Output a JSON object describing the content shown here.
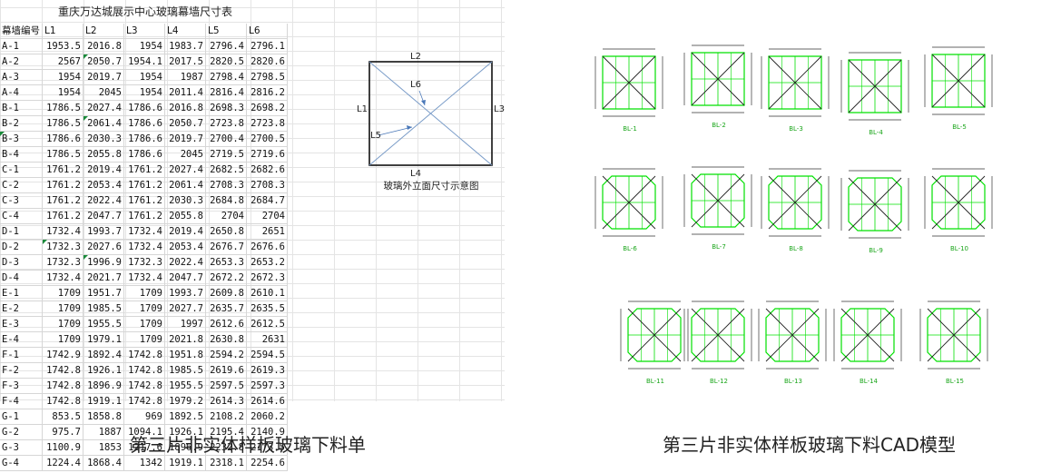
{
  "sheet": {
    "title": "重庆万达城展示中心玻璃幕墙尺寸表",
    "headers": [
      "幕墙编号",
      "L1",
      "L2",
      "L3",
      "L4",
      "L5",
      "L6"
    ],
    "rows": [
      [
        "A-1",
        "1953.5",
        "2016.8",
        "1954",
        "1983.7",
        "2796.4",
        "2796.1"
      ],
      [
        "A-2",
        "2567",
        "2050.7",
        "1954.1",
        "2017.5",
        "2820.5",
        "2820.6"
      ],
      [
        "A-3",
        "1954",
        "2019.7",
        "1954",
        "1987",
        "2798.4",
        "2798.5"
      ],
      [
        "A-4",
        "1954",
        "2045",
        "1954",
        "2011.4",
        "2816.4",
        "2816.2"
      ],
      [
        "B-1",
        "1786.5",
        "2027.4",
        "1786.6",
        "2016.8",
        "2698.3",
        "2698.2"
      ],
      [
        "B-2",
        "1786.5",
        "2061.4",
        "1786.6",
        "2050.7",
        "2723.8",
        "2723.8"
      ],
      [
        "B-3",
        "1786.6",
        "2030.3",
        "1786.6",
        "2019.7",
        "2700.4",
        "2700.5"
      ],
      [
        "B-4",
        "1786.5",
        "2055.8",
        "1786.6",
        "2045",
        "2719.5",
        "2719.6"
      ],
      [
        "C-1",
        "1761.2",
        "2019.4",
        "1761.2",
        "2027.4",
        "2682.5",
        "2682.6"
      ],
      [
        "C-2",
        "1761.2",
        "2053.4",
        "1761.2",
        "2061.4",
        "2708.3",
        "2708.3"
      ],
      [
        "C-3",
        "1761.2",
        "2022.4",
        "1761.2",
        "2030.3",
        "2684.8",
        "2684.7"
      ],
      [
        "C-4",
        "1761.2",
        "2047.7",
        "1761.2",
        "2055.8",
        "2704",
        "2704"
      ],
      [
        "D-1",
        "1732.4",
        "1993.7",
        "1732.4",
        "2019.4",
        "2650.8",
        "2651"
      ],
      [
        "D-2",
        "1732.3",
        "2027.6",
        "1732.4",
        "2053.4",
        "2676.7",
        "2676.6"
      ],
      [
        "D-3",
        "1732.3",
        "1996.9",
        "1732.3",
        "2022.4",
        "2653.3",
        "2653.2"
      ],
      [
        "D-4",
        "1732.4",
        "2021.7",
        "1732.4",
        "2047.7",
        "2672.2",
        "2672.3"
      ],
      [
        "E-1",
        "1709",
        "1951.7",
        "1709",
        "1993.7",
        "2609.8",
        "2610.1"
      ],
      [
        "E-2",
        "1709",
        "1985.5",
        "1709",
        "2027.7",
        "2635.7",
        "2635.5"
      ],
      [
        "E-3",
        "1709",
        "1955.5",
        "1709",
        "1997",
        "2612.6",
        "2612.5"
      ],
      [
        "E-4",
        "1709",
        "1979.1",
        "1709",
        "2021.8",
        "2630.8",
        "2631"
      ],
      [
        "F-1",
        "1742.9",
        "1892.4",
        "1742.8",
        "1951.8",
        "2594.2",
        "2594.5"
      ],
      [
        "F-2",
        "1742.8",
        "1926.1",
        "1742.8",
        "1985.5",
        "2619.6",
        "2619.3"
      ],
      [
        "F-3",
        "1742.8",
        "1896.9",
        "1742.8",
        "1955.5",
        "2597.5",
        "2597.3"
      ],
      [
        "F-4",
        "1742.8",
        "1919.1",
        "1742.8",
        "1979.2",
        "2614.3",
        "2614.6"
      ],
      [
        "G-1",
        "853.5",
        "1858.8",
        "969",
        "1892.5",
        "2108.2",
        "2060.2"
      ],
      [
        "G-2",
        "975.7",
        "1887",
        "1094.1",
        "1926.1",
        "2195.4",
        "2140.9"
      ],
      [
        "G-3",
        "1100.9",
        "1853",
        "1217.6",
        "1896.9",
        "2232.8",
        "2173.5"
      ],
      [
        "G-4",
        "1224.4",
        "1868.4",
        "1342",
        "1919.1",
        "2318.1",
        "2254.6"
      ]
    ]
  },
  "schematic": {
    "labels": {
      "l1": "L1",
      "l2": "L2",
      "l3": "L3",
      "l4": "L4",
      "l5": "L5",
      "l6": "L6"
    },
    "caption": "玻璃外立面尺寸示意图"
  },
  "cad": {
    "panels": [
      {
        "label": "BL-1"
      },
      {
        "label": "BL-2"
      },
      {
        "label": "BL-3"
      },
      {
        "label": "BL-4"
      },
      {
        "label": "BL-5"
      },
      {
        "label": "BL-6"
      },
      {
        "label": "BL-7"
      },
      {
        "label": "BL-8"
      },
      {
        "label": "BL-9"
      },
      {
        "label": "BL-10"
      },
      {
        "label": "BL-11"
      },
      {
        "label": "BL-12"
      },
      {
        "label": "BL-13"
      },
      {
        "label": "BL-14"
      },
      {
        "label": "BL-15"
      }
    ],
    "line_color": "#00e000"
  },
  "captions": {
    "left": "第三片非实体样板玻璃下料单",
    "right": "第三片非实体样板玻璃下料CAD模型"
  }
}
